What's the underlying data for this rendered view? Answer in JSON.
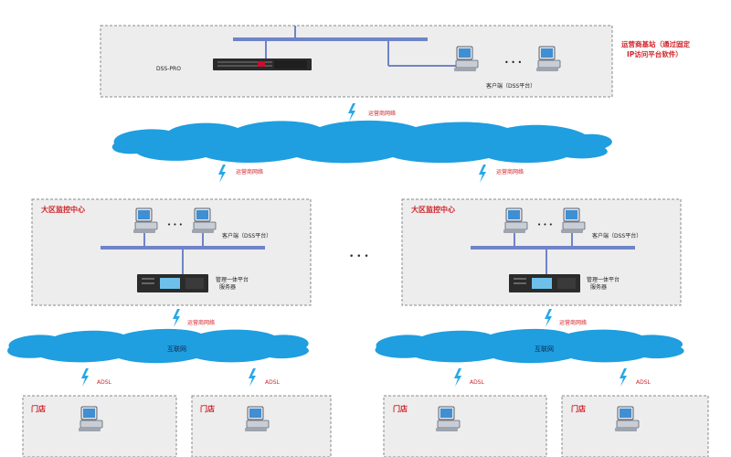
{
  "carrier": {
    "title_line1": "运营商基站（通过固定",
    "title_line2": "IP访问平台软件）",
    "server_label": "DSS-PRO",
    "clients_label": "客户端（DSS平台）",
    "ellipsis": "• • •",
    "link_label": "运营商网络"
  },
  "region_left": {
    "title": "大区监控中心",
    "clients_label": "客户端（DSS平台）",
    "server_label_1": "管理一体平台",
    "server_label_2": "服务器",
    "ellipsis": "• • •",
    "uplink_label": "运营商网络",
    "downlink_label": "运营商网络",
    "cloud_label": "互联网"
  },
  "region_right": {
    "title": "大区监控中心",
    "clients_label": "客户端（DSS平台）",
    "server_label_1": "管理一体平台",
    "server_label_2": "服务器",
    "ellipsis": "• • •",
    "uplink_label": "运营商网络",
    "downlink_label": "运营商网络",
    "cloud_label": "互联网"
  },
  "middle_ellipsis": "• • •",
  "stores": [
    {
      "title": "门店",
      "link_label": "ADSL"
    },
    {
      "title": "门店",
      "link_label": "ADSL"
    },
    {
      "title": "门店",
      "link_label": "ADSL"
    },
    {
      "title": "门店",
      "link_label": "ADSL"
    }
  ],
  "colors": {
    "box_fill": "#ededed",
    "box_border": "#8a8a8a",
    "bus": "#6f84c8",
    "cloud": "#1f9ee0",
    "red_text": "#d0242b",
    "bolt": "#27a8e8"
  }
}
